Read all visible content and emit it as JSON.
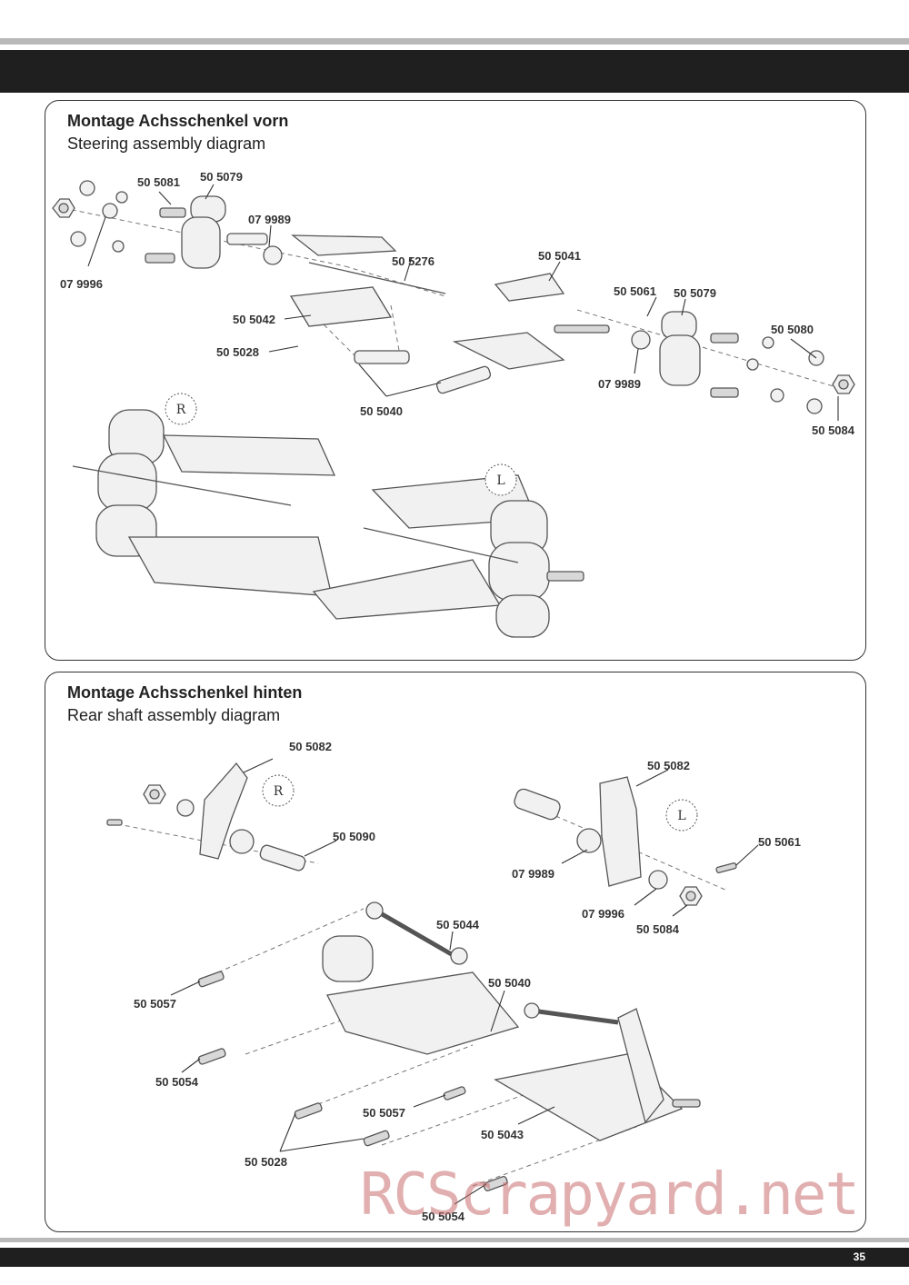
{
  "page_number": "35",
  "watermark": "RCScrapyard.net",
  "front_panel": {
    "title": "Montage Achsschenkel vorn",
    "subtitle": "Steering assembly diagram",
    "side_markers": [
      "R",
      "L"
    ],
    "part_labels": [
      "50 5081",
      "50 5079",
      "07 9989",
      "07 9996",
      "50 5276",
      "50 5041",
      "50 5061",
      "50 5079",
      "50 5042",
      "50 5080",
      "50 5028",
      "07 9989",
      "50 5040",
      "50 5084"
    ]
  },
  "rear_panel": {
    "title": "Montage Achsschenkel hinten",
    "subtitle": "Rear shaft assembly diagram",
    "side_markers": [
      "R",
      "L"
    ],
    "part_labels": [
      "50 5082",
      "50 5082",
      "50 5090",
      "50 5061",
      "07 9989",
      "07 9996",
      "50 5084",
      "50 5044",
      "50 5040",
      "50 5057",
      "50 5054",
      "50 5057",
      "50 5043",
      "50 5028",
      "50 5054"
    ]
  }
}
